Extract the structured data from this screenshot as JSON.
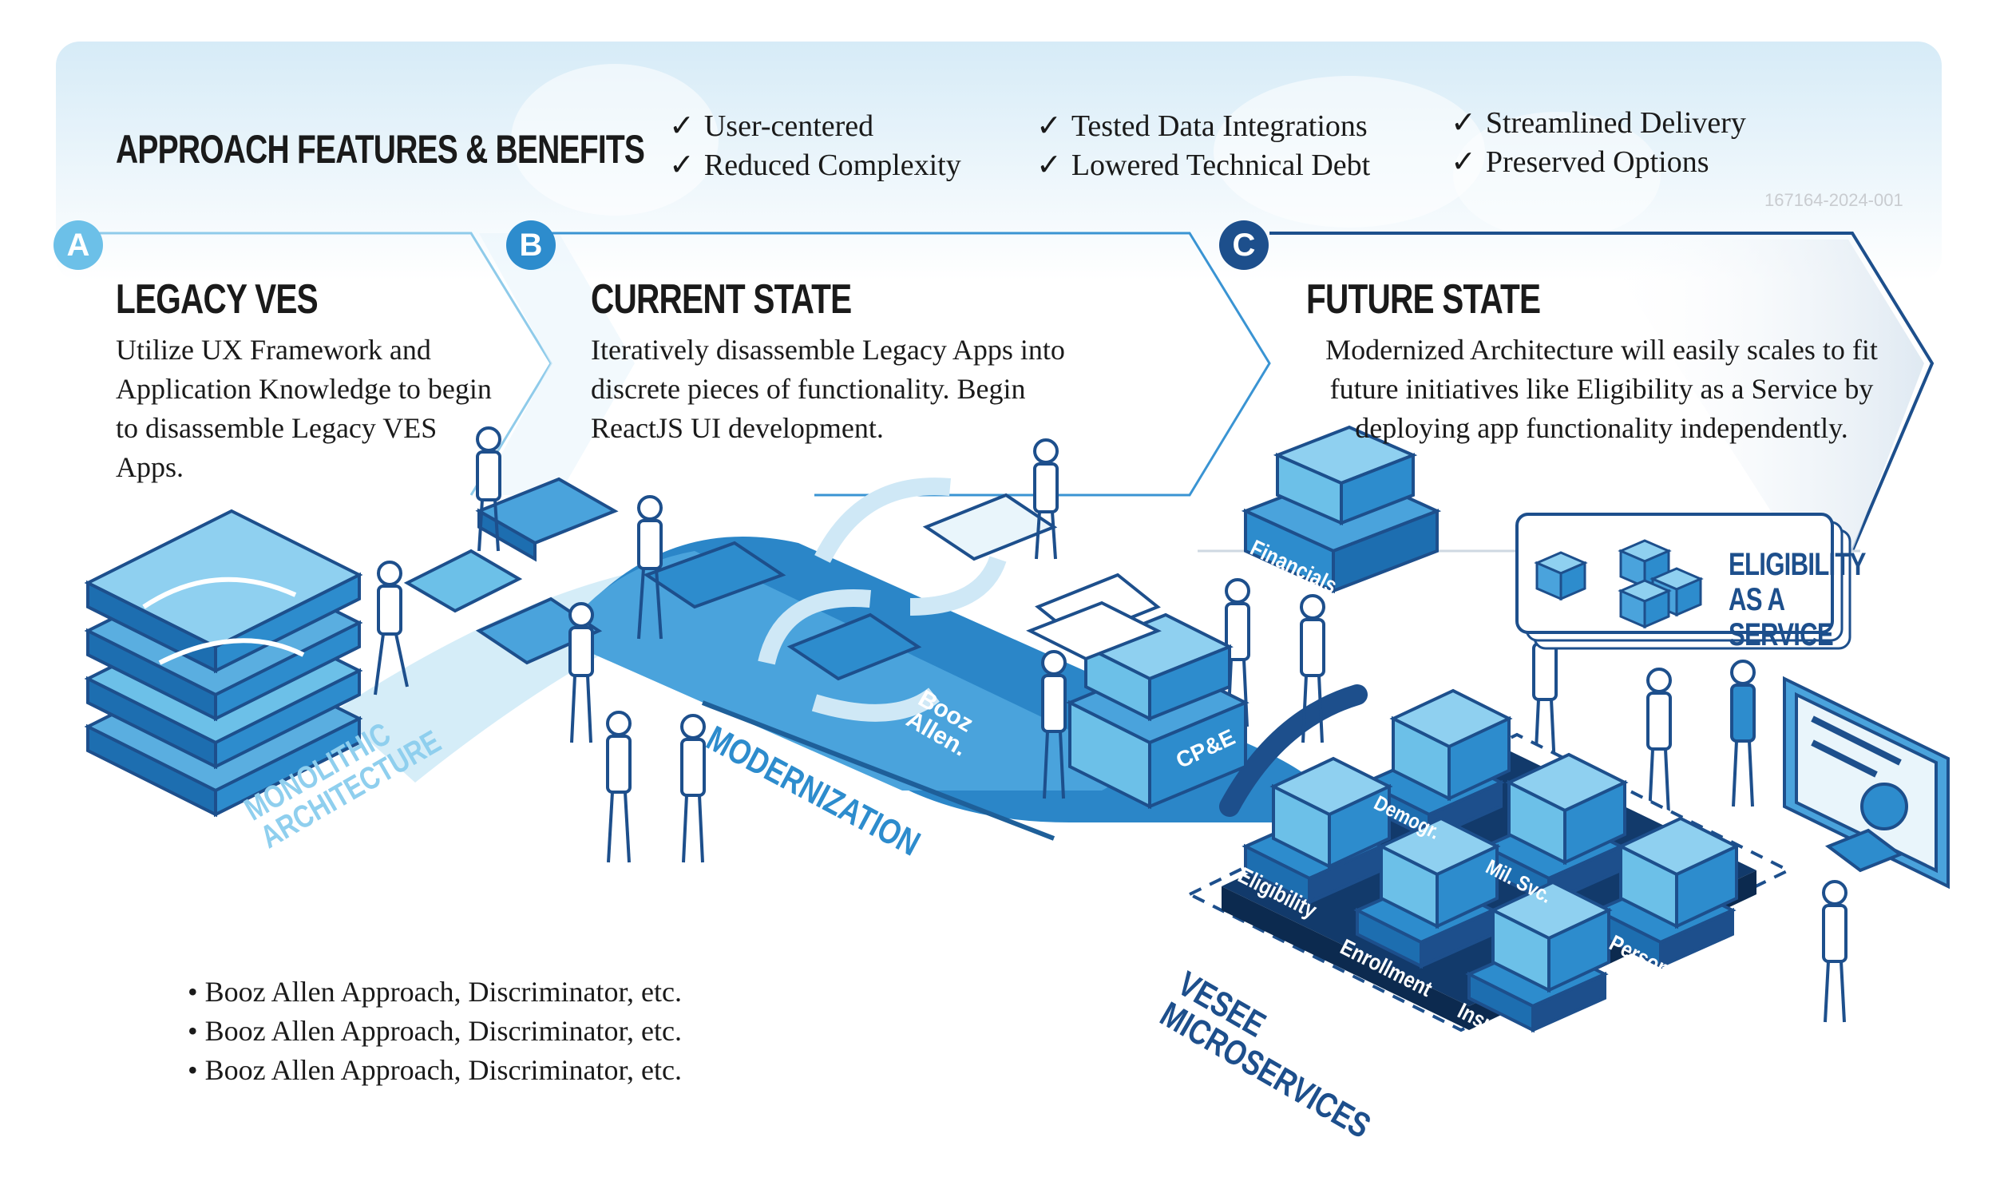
{
  "header": {
    "title": "APPROACH FEATURES & BENEFITS",
    "benefits": [
      "User-centered",
      "Reduced Complexity",
      "Tested Data Integrations",
      "Lowered Technical Debt",
      "Streamlined Delivery",
      "Preserved Options"
    ],
    "check_mark": "✓",
    "doc_code": "167164-2024-001"
  },
  "stages": [
    {
      "badge": "A",
      "title": "LEGACY VES",
      "description": "Utilize UX Framework and Application Knowledge to begin to disassemble Legacy VES Apps.",
      "color": "#6cc0e8"
    },
    {
      "badge": "B",
      "title": "CURRENT STATE",
      "description": "Iteratively disassemble Legacy Apps into discrete pieces of functionality. Begin ReactJS UI development.",
      "color": "#2d8ccd"
    },
    {
      "badge": "C",
      "title": "FUTURE STATE",
      "description": "Modernized Architecture will easily scales to fit future initiatives like Eligibility as a Service by deploying app functionality independently.",
      "color": "#1d4f8c"
    }
  ],
  "diagram_labels": {
    "monolithic": "MONOLITHIC ARCHITECTURE",
    "modernization": "MODERNIZATION",
    "brand": "Booz Allen.",
    "cpe": "CP&E",
    "financials": "Financials",
    "eligibility_service": "ELIGIBILITY AS A SERVICE",
    "vesee": "VESEE MICROSERVICES",
    "microservices": [
      "Eligibility",
      "Demogr.",
      "Mil. Svc.",
      "Enrollment",
      "Person",
      "Insurance"
    ]
  },
  "bullets": [
    "Booz Allen Approach, Discriminator, etc.",
    "Booz Allen Approach, Discriminator, etc.",
    "Booz Allen Approach, Discriminator, etc."
  ],
  "colors": {
    "light_blue": "#6cc0e8",
    "mid_blue": "#2d8ccd",
    "dark_blue": "#1d4f8c",
    "navy": "#123a6b",
    "header_bg": "#e3f1f9"
  },
  "icons": [
    "check-icon",
    "puzzle-stack-icon",
    "person-icon",
    "cube-icon",
    "monitor-icon",
    "cycle-arrows-icon"
  ]
}
